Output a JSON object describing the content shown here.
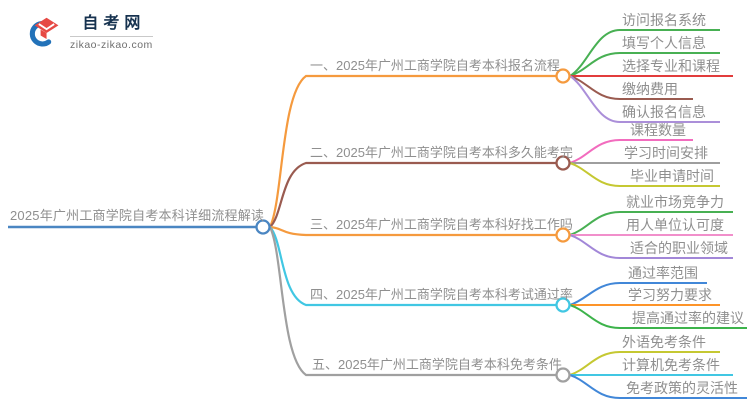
{
  "logo": {
    "site_name": "自考网",
    "site_url": "zikao-zikao.com",
    "brand_blue": "#2272b9",
    "brand_red": "#e64a45"
  },
  "mindmap": {
    "root": {
      "label": "2025年广州工商学院自考本科详细流程解读",
      "color": "#4a86c2"
    },
    "branches": [
      {
        "label": "一、2025年广州工商学院自考本科报名流程",
        "color": "#f59a3e",
        "children": [
          {
            "label": "访问报名系统",
            "color": "#48b053"
          },
          {
            "label": "填写个人信息",
            "color": "#48b053"
          },
          {
            "label": "选择专业和课程",
            "color": "#e23c3c"
          },
          {
            "label": "缴纳费用",
            "color": "#9a5b50"
          },
          {
            "label": "确认报名信息",
            "color": "#ab8fd9"
          }
        ]
      },
      {
        "label": "二、2025年广州工商学院自考本科多久能考完",
        "color": "#9a5b50",
        "children": [
          {
            "label": "课程数量",
            "color": "#f26cbe"
          },
          {
            "label": "学习时间安排",
            "color": "#9e9e9e"
          },
          {
            "label": "毕业申请时间",
            "color": "#c5c832"
          }
        ]
      },
      {
        "label": "三、2025年广州工商学院自考本科好找工作吗",
        "color": "#f59a3e",
        "children": [
          {
            "label": "就业市场竞争力",
            "color": "#48b053"
          },
          {
            "label": "用人单位认可度",
            "color": "#f18fcb"
          },
          {
            "label": "适合的职业领域",
            "color": "#a287d8"
          }
        ]
      },
      {
        "label": "四、2025年广州工商学院自考本科考试通过率",
        "color": "#41c7e3",
        "children": [
          {
            "label": "通过率范围",
            "color": "#4187d8"
          },
          {
            "label": "学习努力要求",
            "color": "#fd9429"
          },
          {
            "label": "提高通过率的建议",
            "color": "#3db34b"
          }
        ]
      },
      {
        "label": "五、2025年广州工商学院自考本科免考条件",
        "color": "#a0a0a0",
        "children": [
          {
            "label": "外语免考条件",
            "color": "#c5c832"
          },
          {
            "label": "计算机免考条件",
            "color": "#41c7e3"
          },
          {
            "label": "免考政策的灵活性",
            "color": "#4187d8"
          }
        ]
      }
    ]
  }
}
